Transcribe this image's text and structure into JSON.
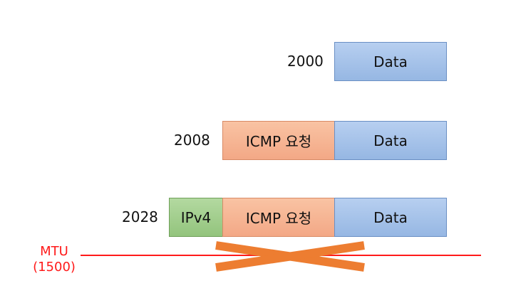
{
  "rows": [
    {
      "size": "2000",
      "segments": [
        {
          "kind": "data",
          "label": "Data"
        }
      ]
    },
    {
      "size": "2008",
      "segments": [
        {
          "kind": "icmp",
          "label": "ICMP 요청"
        },
        {
          "kind": "data",
          "label": "Data"
        }
      ]
    },
    {
      "size": "2028",
      "segments": [
        {
          "kind": "ipv4",
          "label": "IPv4"
        },
        {
          "kind": "icmp",
          "label": "ICMP 요청"
        },
        {
          "kind": "data",
          "label": "Data"
        }
      ]
    }
  ],
  "mtu": {
    "label": "MTU",
    "value": "(1500)"
  },
  "colors": {
    "data": "#9dbde6",
    "icmp": "#f5b091",
    "ipv4": "#9fcd8a",
    "mtu_line": "#ff1a1a",
    "cross": "#ed7d31"
  }
}
